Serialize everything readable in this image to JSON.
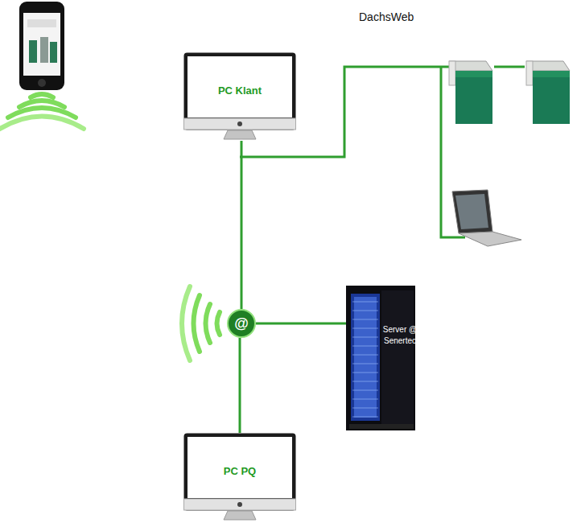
{
  "diagram": {
    "title": "DachsWeb",
    "nodes": [
      {
        "text": [
          "PC Klant"
        ]
      },
      {
        "text": [
          "@"
        ]
      },
      {
        "text": [
          "Server @ Senertec"
        ]
      },
      {
        "text": [
          "PC PQ"
        ]
      }
    ],
    "edges": [
      {
        "from": 0,
        "to": 1,
        "arrow": "none"
      },
      {
        "from": 1,
        "to": 3,
        "arrow": "none"
      },
      {
        "from": 1,
        "to": 2,
        "arrow": "none"
      }
    ]
  }
}
